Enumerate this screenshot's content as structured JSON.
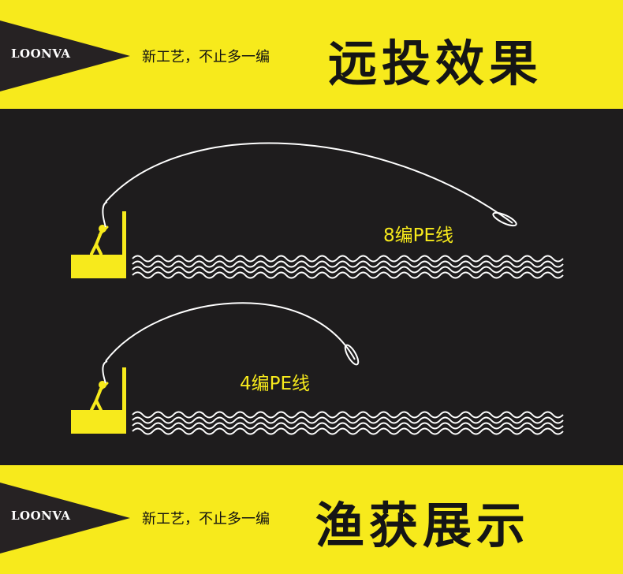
{
  "header": {
    "brand": "LOONVA",
    "tagline": "新工艺，不止多一编",
    "headline": "远投效果"
  },
  "demo": {
    "line_8_label": "8编PE线",
    "line_4_label": "4编PE线"
  },
  "footer": {
    "brand": "LOONVA",
    "tagline": "新工艺，不止多一编",
    "headline": "渔获展示"
  },
  "colors": {
    "accent_yellow": "#f7ea1c",
    "dark_bg": "#1e1c1d",
    "pennant": "#262223"
  }
}
